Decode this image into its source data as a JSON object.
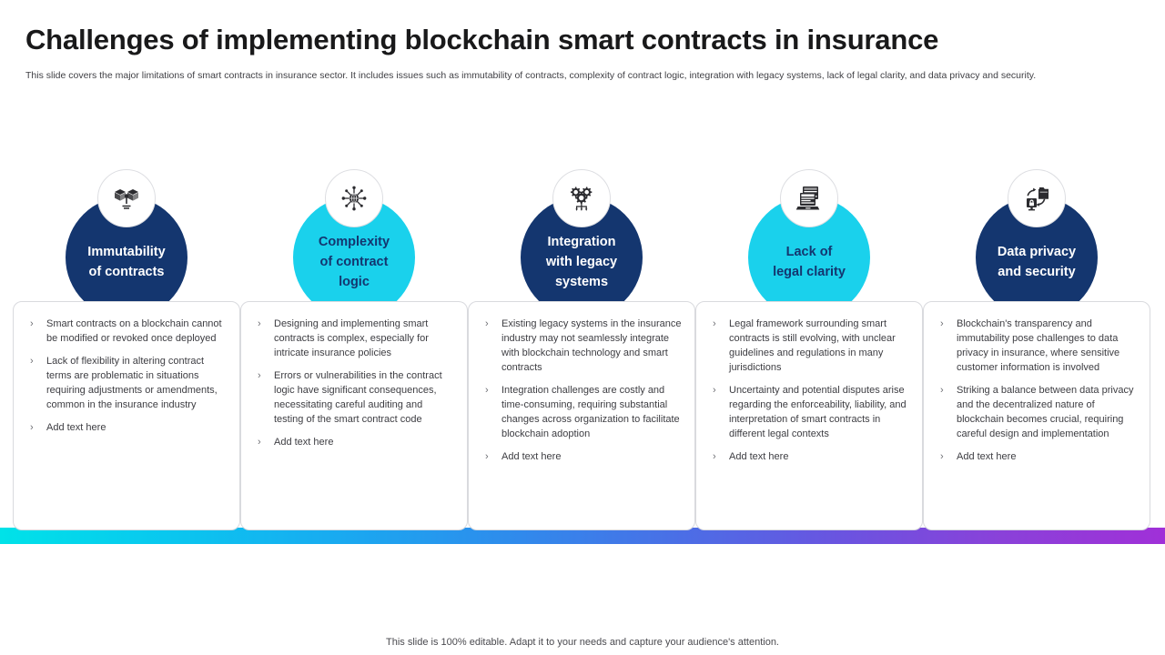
{
  "header": {
    "title": "Challenges of implementing blockchain smart contracts in insurance",
    "subtitle": "This slide covers the major limitations of smart contracts in insurance sector. It includes issues such as immutability of contracts, complexity of contract logic, integration with legacy systems, lack of legal clarity, and data privacy and security."
  },
  "theme": {
    "navy": "#14366f",
    "cyan": "#1ad1ec",
    "body_text": "#3d3d42",
    "gradient_start": "#00e2e8",
    "gradient_end": "#a030d8"
  },
  "cards": [
    {
      "heading": "Immutability\nof contracts",
      "icon": "blockchain-cubes-icon",
      "style": "navy",
      "bullets": [
        "Smart contracts on a blockchain cannot be modified or revoked once deployed",
        "Lack of flexibility in altering contract terms are problematic in situations requiring adjustments or amendments, common in the insurance industry",
        "Add text here"
      ]
    },
    {
      "heading": "Complexity\nof contract\nlogic",
      "icon": "network-hub-icon",
      "style": "cyan",
      "bullets": [
        "Designing and implementing smart contracts is complex, especially for intricate insurance policies",
        "Errors or vulnerabilities in the contract logic have significant consequences, necessitating careful auditing and testing of the smart contract code",
        "Add text here"
      ]
    },
    {
      "heading": "Integration\nwith legacy\nsystems",
      "icon": "gears-integration-icon",
      "style": "navy",
      "bullets": [
        "Existing legacy systems in the insurance industry may not seamlessly integrate with blockchain technology and smart contracts",
        "Integration challenges are costly and time-consuming, requiring substantial changes across organization to facilitate blockchain adoption",
        "Add text here"
      ]
    },
    {
      "heading": "Lack of\nlegal clarity",
      "icon": "legal-document-laptop-icon",
      "style": "cyan",
      "bullets": [
        "Legal framework surrounding smart contracts is still evolving, with unclear guidelines and regulations in many jurisdictions",
        "Uncertainty and potential disputes arise regarding the enforceability, liability, and interpretation of smart contracts in different legal contexts",
        "Add text here"
      ]
    },
    {
      "heading": "Data privacy\nand security",
      "icon": "secure-data-transfer-icon",
      "style": "navy",
      "bullets": [
        "Blockchain's transparency and immutability pose challenges to data privacy in insurance, where sensitive customer information is involved",
        "Striking a balance between data privacy and the decentralized nature of blockchain becomes crucial, requiring careful design and implementation",
        "Add text here"
      ]
    }
  ],
  "bullet_glyph": "›",
  "footer": {
    "note": "This slide is 100% editable. Adapt it to your needs and capture your audience's attention."
  }
}
